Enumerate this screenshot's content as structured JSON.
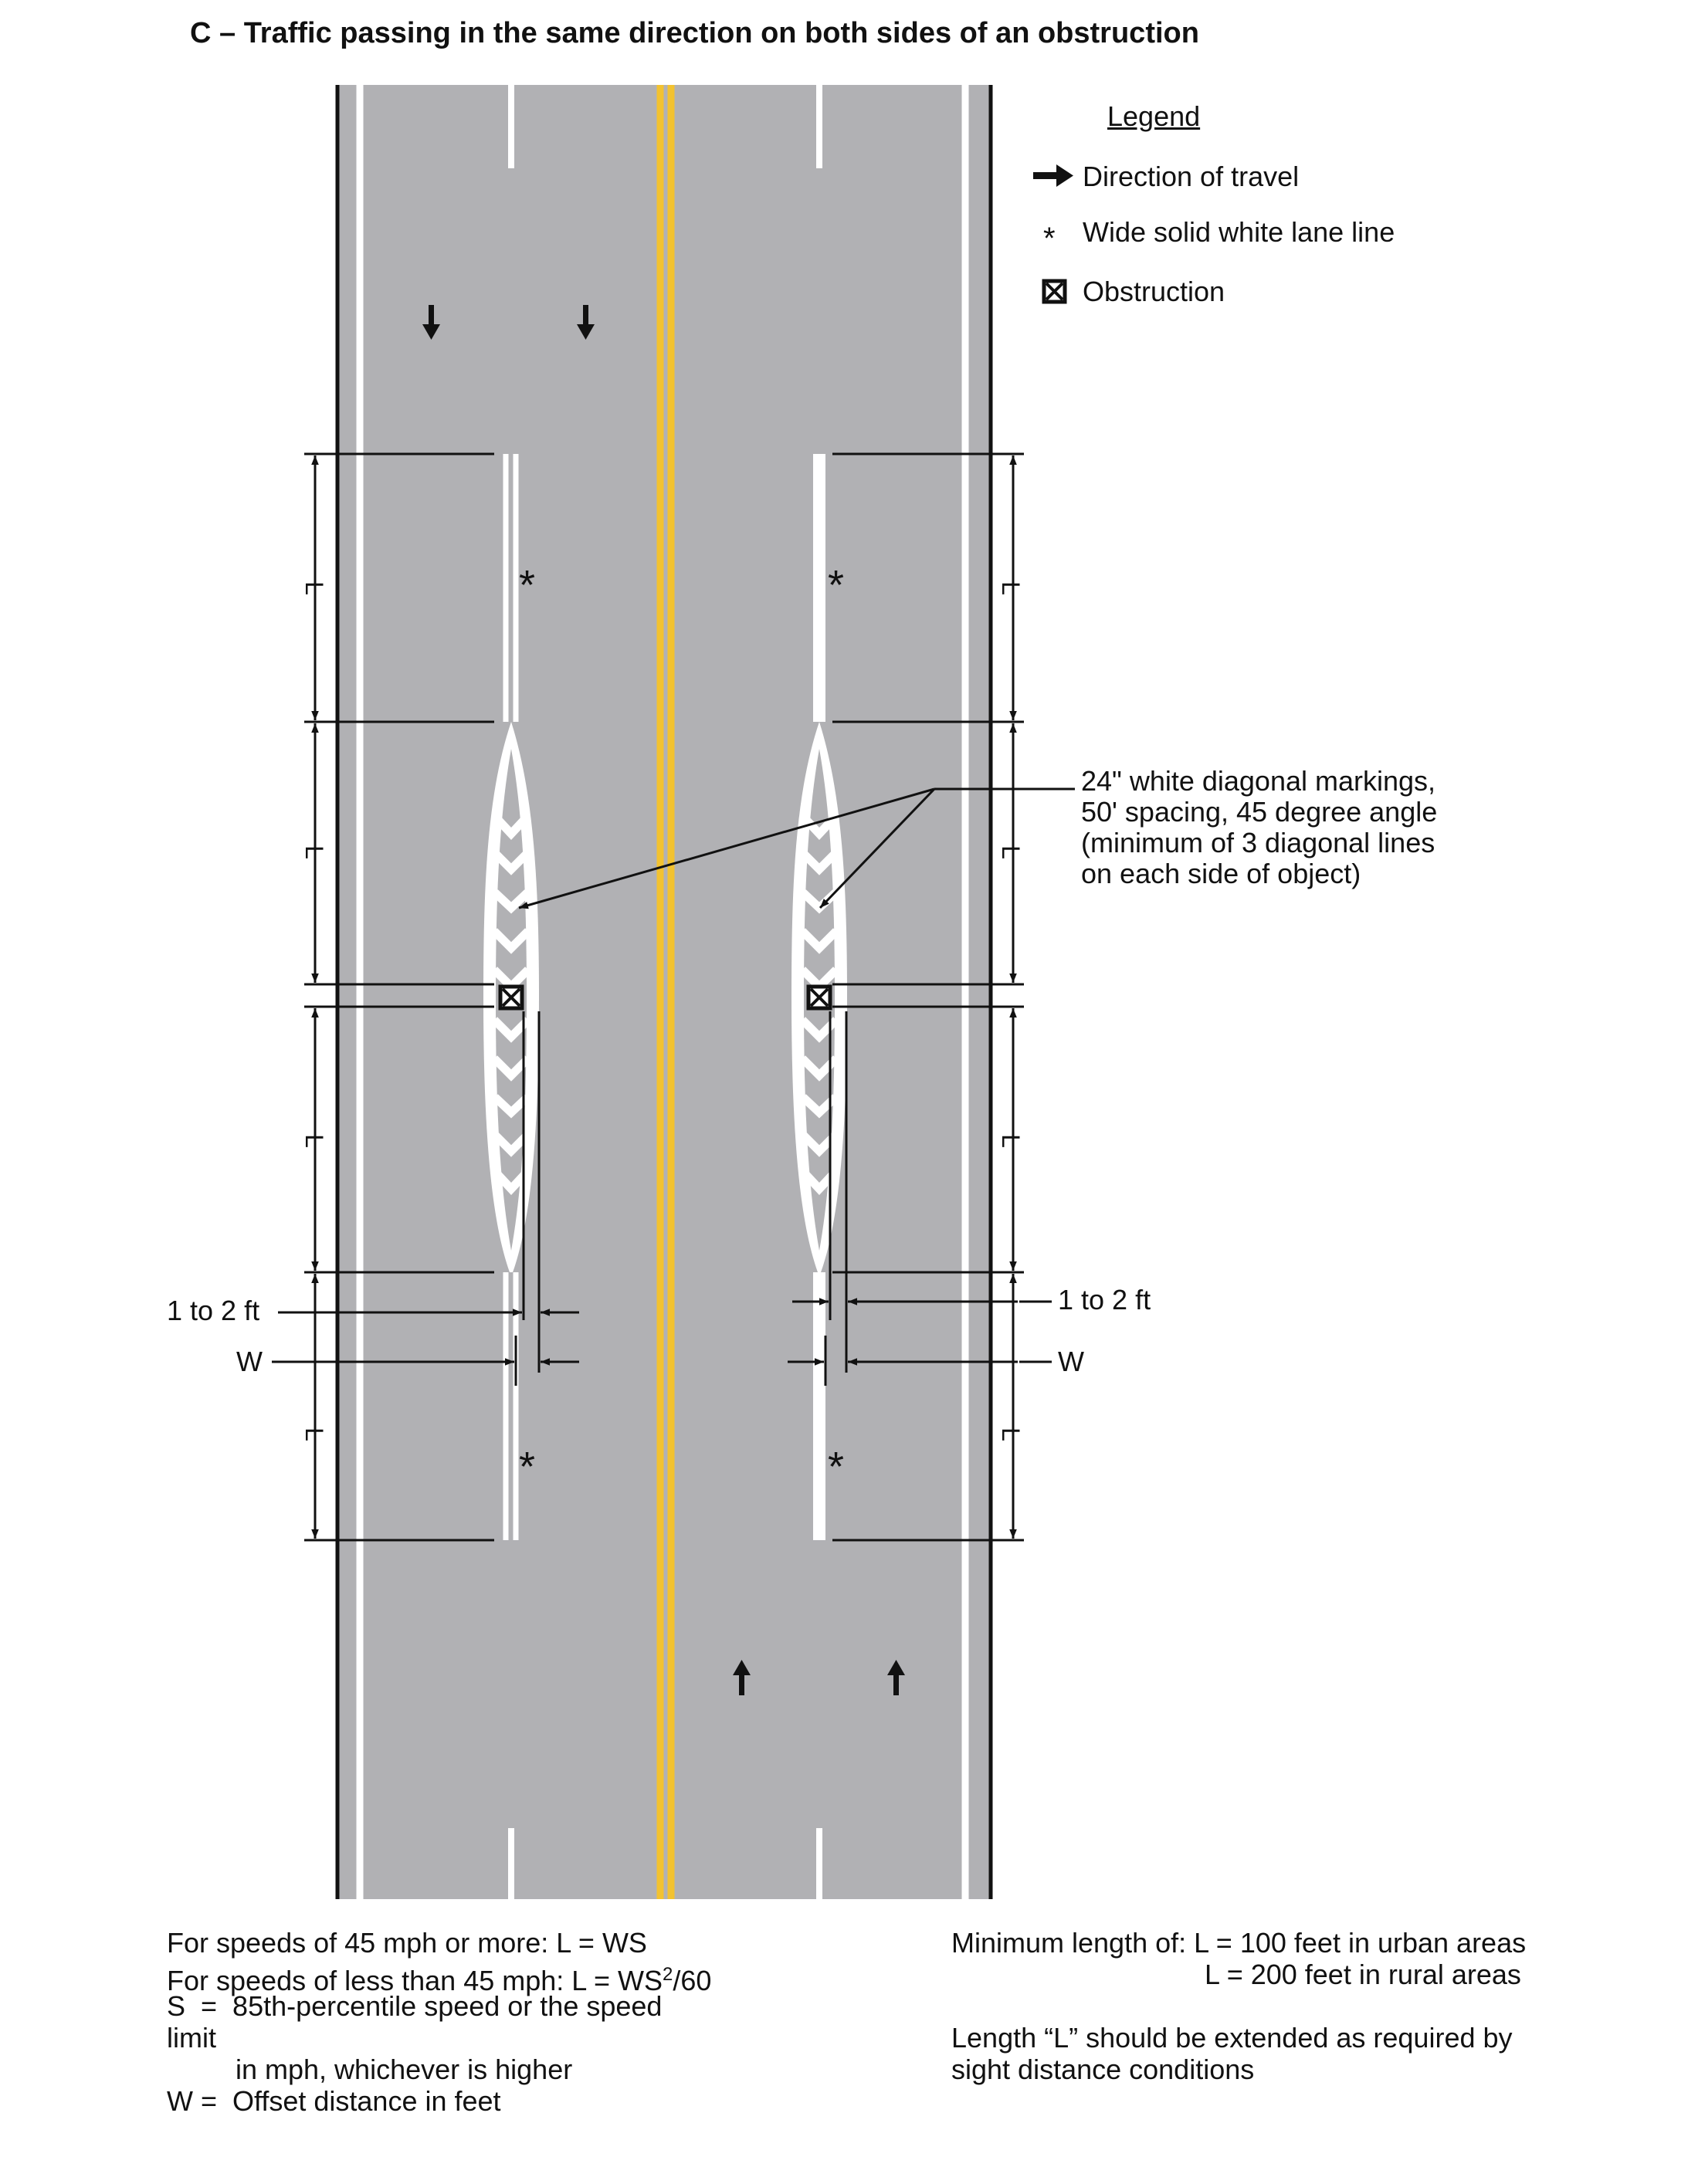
{
  "title": "C – Traffic passing in the same direction on both sides of an obstruction",
  "legend": {
    "title": "Legend",
    "items": [
      {
        "icon": "arrow-right-icon",
        "label": "Direction of travel"
      },
      {
        "icon": "asterisk-icon",
        "label": "Wide solid white lane line"
      },
      {
        "icon": "obstruction-icon",
        "label": "Obstruction"
      }
    ]
  },
  "callout": {
    "lines": [
      "24\" white diagonal markings,",
      "50' spacing, 45 degree angle",
      "(minimum of 3 diagonal lines",
      "on each side of object)"
    ]
  },
  "dimensions": {
    "length_label": "L",
    "gap_label": "1 to 2 ft",
    "offset_label": "W",
    "lane_line_symbol": "*"
  },
  "notes_left": {
    "line1": "For speeds of 45 mph or more: L = WS",
    "line2_prefix": "For speeds of less than 45 mph: L = WS",
    "line2_sup": "2",
    "line2_suffix": "/60",
    "line3": "S  =  85th-percentile speed or the speed",
    "line4": "limit",
    "line5": "in mph, whichever is higher",
    "line6": "W =  Offset distance in feet"
  },
  "notes_right": {
    "line1": "Minimum length of: L = 100 feet in urban areas",
    "line2": "L = 200 feet in rural areas",
    "line3": "Length “L” should be extended as required by",
    "line4": "sight distance conditions"
  },
  "colors": {
    "pavement": "#b1b1b4",
    "lane_marking": "#ffffff",
    "center_line": "#f2c230",
    "ink": "#111111"
  }
}
